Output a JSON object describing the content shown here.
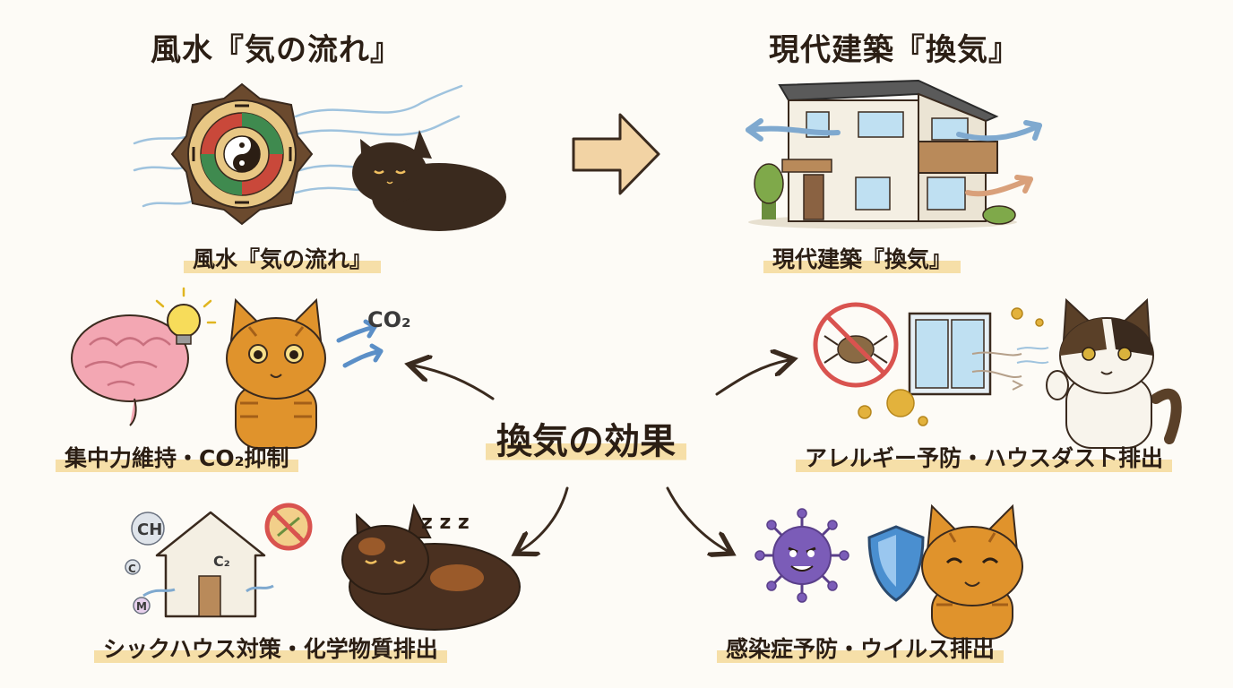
{
  "headings": {
    "left": "風水『気の流れ』",
    "right": "現代建築『換気』"
  },
  "captions": {
    "fengshui": "風水『気の流れ』",
    "architecture": "現代建築『換気』"
  },
  "center": "換気の効果",
  "effects": {
    "concentration": "集中力維持・CO₂抑制",
    "allergy": "アレルギー予防・ハウスダスト排出",
    "sickhouse": "シックハウス対策・化学物質排出",
    "infection": "感染症予防・ウイルス排出"
  },
  "icon_text": {
    "co2": "CO₂",
    "ch": "CH",
    "c2": "C₂",
    "c": "C",
    "m": "M",
    "zzz": "z z z"
  },
  "colors": {
    "background": "#fdfbf6",
    "highlight": "#f6dfa8",
    "ink": "#2b1e14",
    "arrow_fill": "#f2d3a4",
    "airflow": "#7fa9cf",
    "prohibit": "#d9534f",
    "virus": "#7b5cb8",
    "shield": "#4a8fd0",
    "orange_cat": "#e0932c"
  },
  "icons": [
    "bagua-compass-icon",
    "yin-yang-icon",
    "black-cat-icon",
    "right-arrow-icon",
    "modern-house-icon",
    "brain-icon",
    "lightbulb-icon",
    "orange-cat-icon",
    "co2-arrow-icon",
    "dust-mite-prohibited-icon",
    "window-icon",
    "calico-cat-icon",
    "house-chemicals-icon",
    "prohibited-sign-icon",
    "sleeping-tortoiseshell-cat-icon",
    "virus-icon",
    "shield-icon",
    "smiling-cat-icon"
  ]
}
